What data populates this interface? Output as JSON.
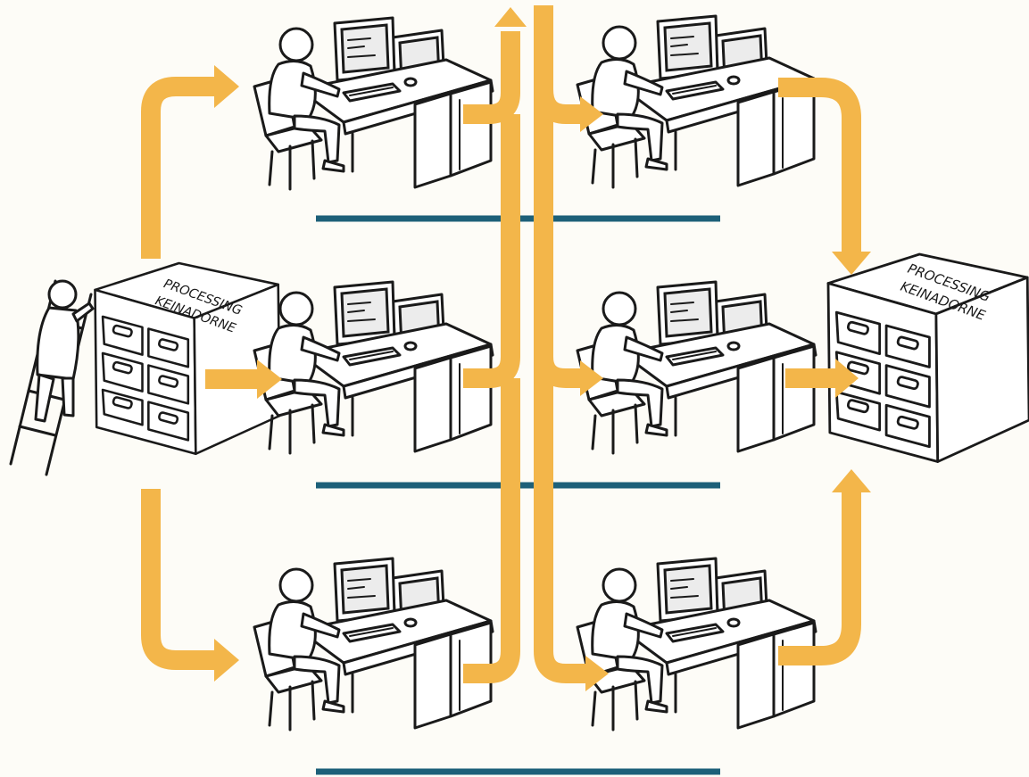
{
  "source_cabinet": {
    "label_line1": "PROCESSING",
    "label_line2": "KEINADORNE"
  },
  "target_cabinet": {
    "label_line1": "PROCESSING",
    "label_line2": "KEINADORNE"
  },
  "colors": {
    "flow": "#f3b64a",
    "divider": "#1d6079",
    "ink": "#1a1a1a",
    "background": "#fdfcf7"
  }
}
